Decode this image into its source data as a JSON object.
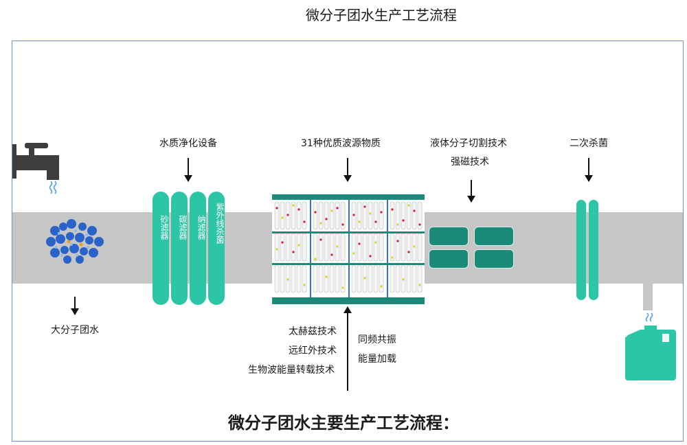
{
  "header": {
    "title": "微分子团水生产工艺流程"
  },
  "stages": {
    "input_water": "大分子团水",
    "purification": {
      "label": "水质净化设备",
      "filters": [
        "砂滤器",
        "碳滤器",
        "纳滤器",
        "紫外线杀菌"
      ]
    },
    "wave_source": "31种优质波源物质",
    "cutting": {
      "line1": "液体分子切割技术",
      "line2": "强磁技术"
    },
    "sterilize": "二次杀菌"
  },
  "techniques": {
    "list": [
      "太赫兹技术",
      "远红外技术",
      "生物波能量转载技术"
    ],
    "resonance": "同频共振",
    "energy": "能量加载"
  },
  "footer": {
    "title": "微分子团水主要生产工艺流程："
  },
  "colors": {
    "accent": "#2cc6a6",
    "dark_teal": "#1b8a79",
    "pipe": "#c6c6c6",
    "frame": "#6f93c8"
  }
}
